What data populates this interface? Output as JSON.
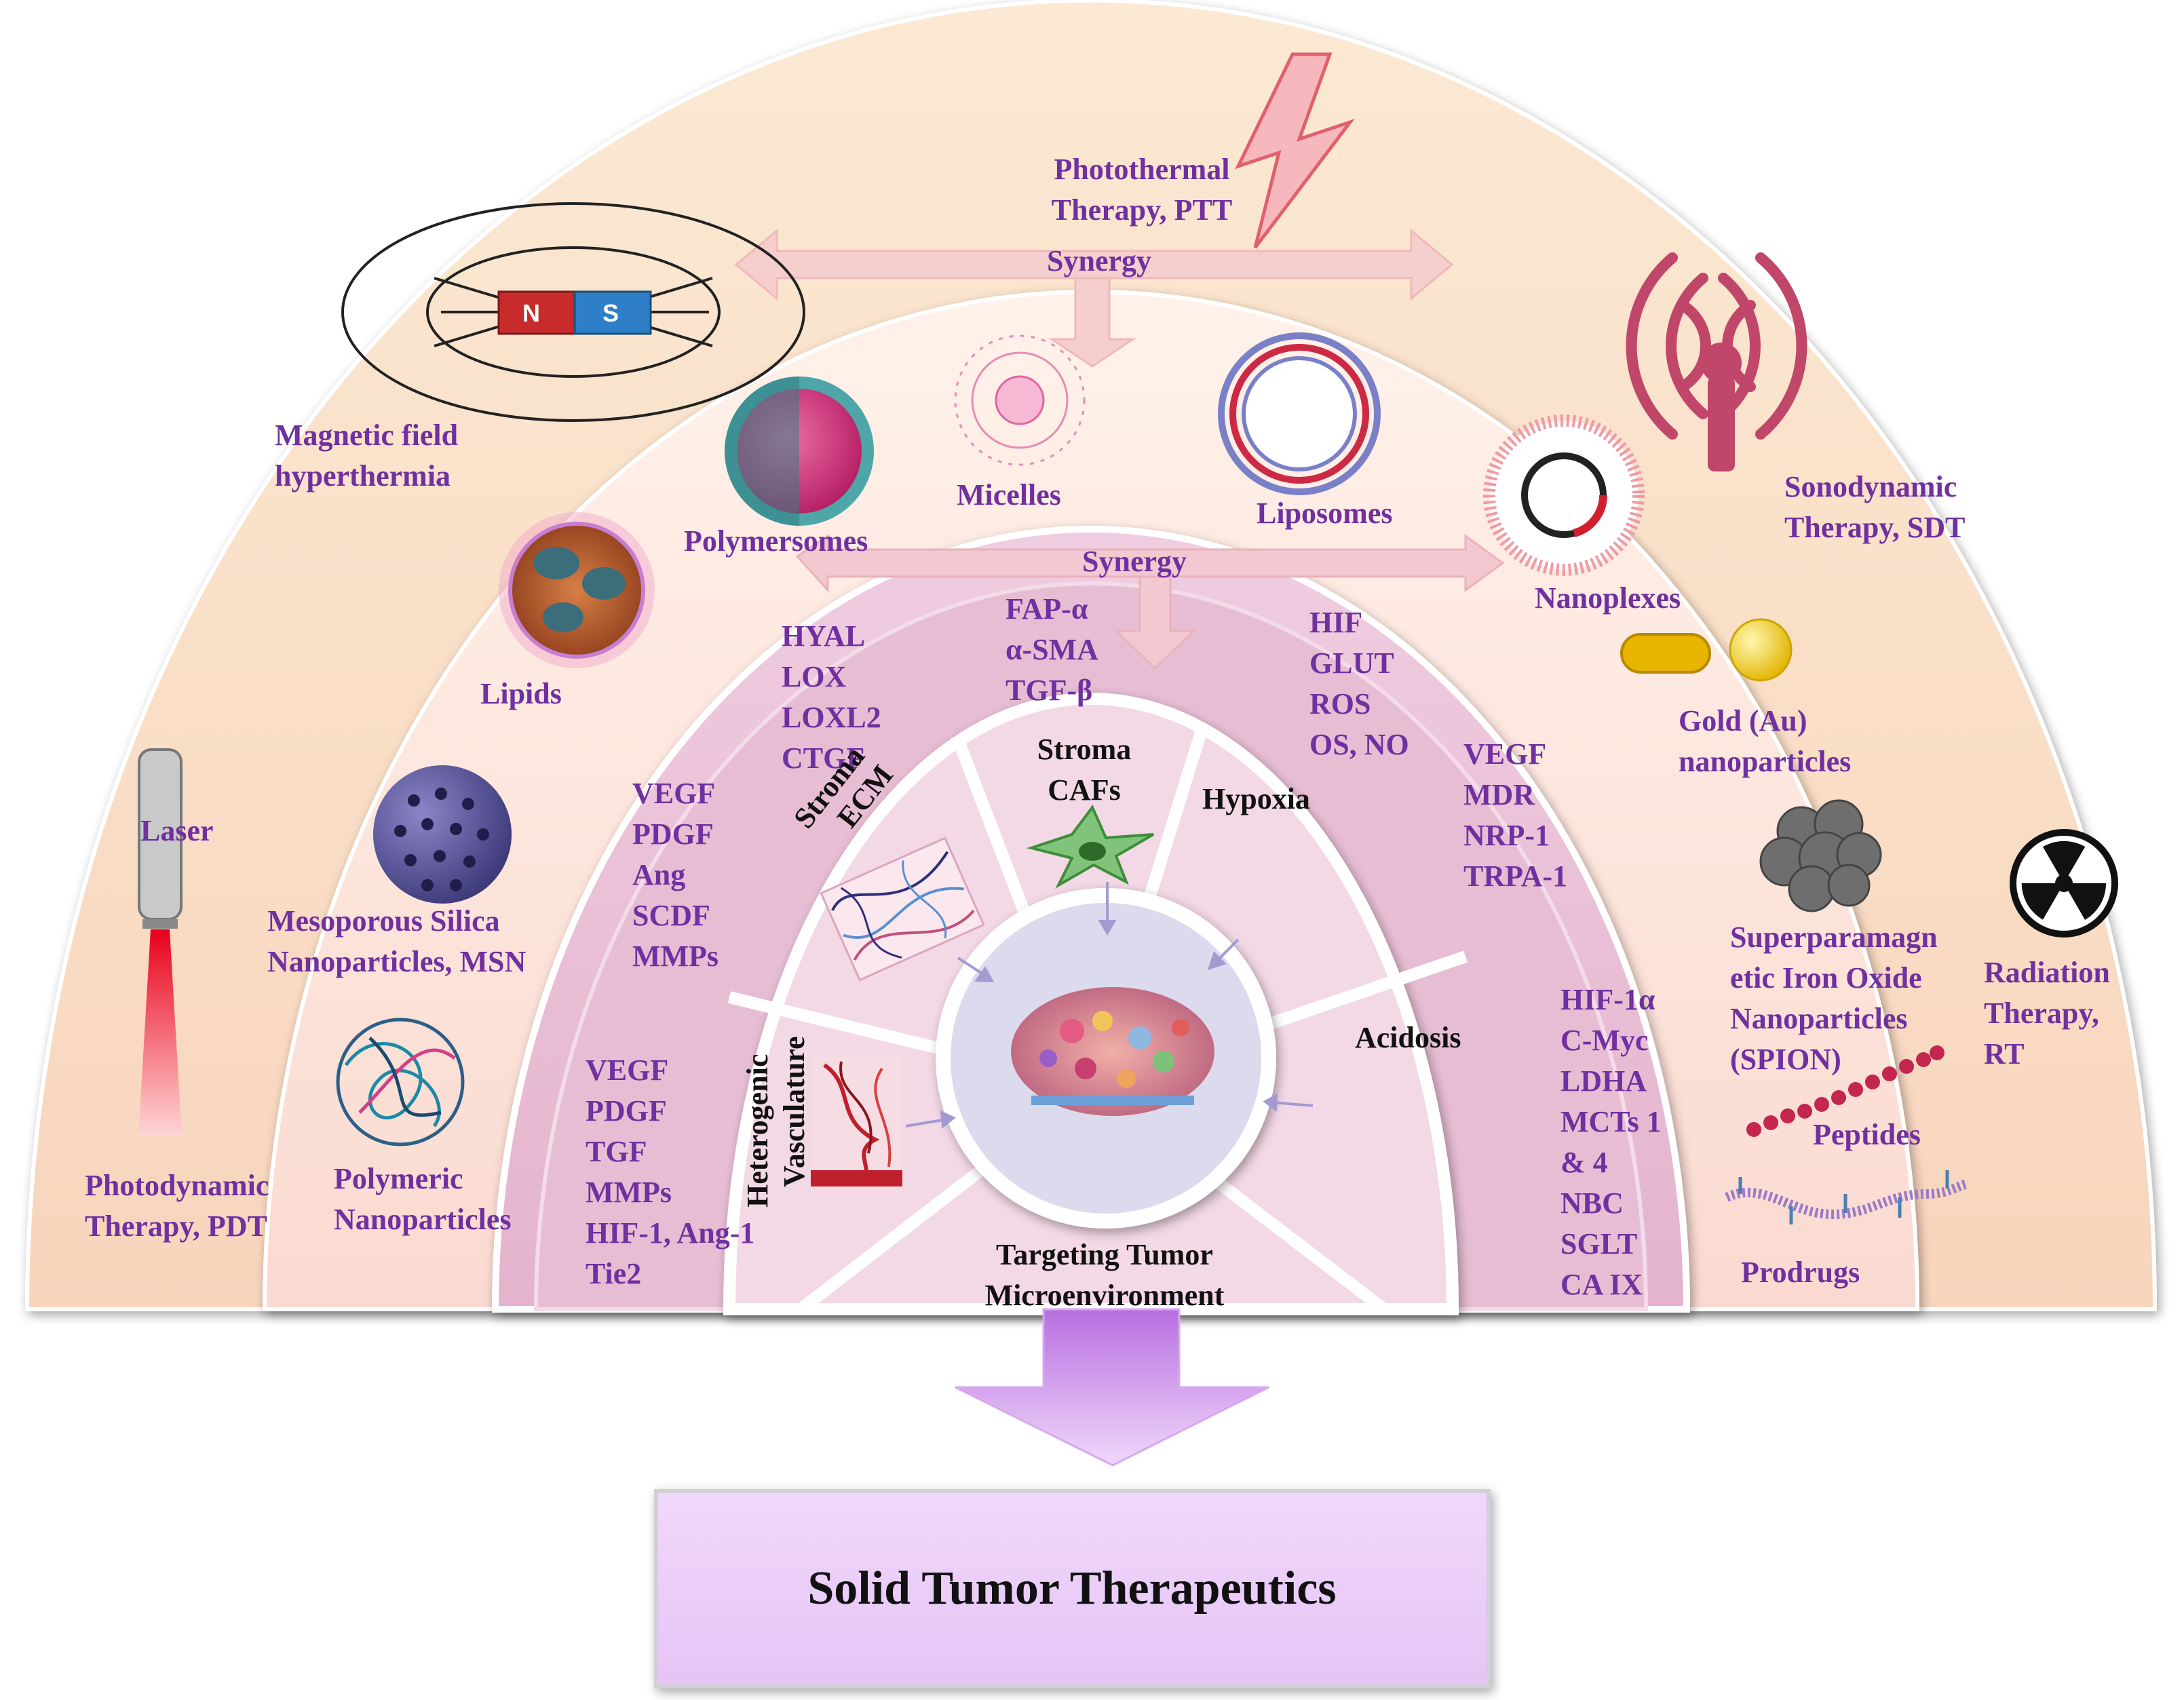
{
  "colors": {
    "outer_band": "#fbe4cc",
    "middle_band": "#fde9e2",
    "inner_band": "#e9c2d6",
    "core_ring": "#f2d6e4",
    "center": "#d8d8ec",
    "label_purple": "#7030a0",
    "bottom_box": "#ecd0f8",
    "arrow_pink": "#f5c9c9",
    "arrow_purple": "#c98ee8"
  },
  "icons": {
    "magnet": "bar-magnet-icon",
    "lightning": "lightning-icon",
    "signal": "ultrasound-signal-icon",
    "laser": "laser-pointer-icon",
    "radiation": "radiation-icon"
  },
  "outer": {
    "ptt": [
      "Photothermal",
      "Therapy, PTT"
    ],
    "synergy": "Synergy",
    "magnetic": [
      "Magnetic field",
      "hyperthermia"
    ],
    "sdt": [
      "Sonodynamic",
      "Therapy, SDT"
    ],
    "laser": "Laser",
    "pdt": [
      "Photodynamic",
      "Therapy, PDT"
    ],
    "rt": [
      "Radiation",
      "Therapy,",
      "RT"
    ],
    "magnet_n": "N",
    "magnet_s": "S"
  },
  "nano": {
    "polymersomes": "Polymersomes",
    "micelles": "Micelles",
    "liposomes": "Liposomes",
    "nanoplexes": "Nanoplexes",
    "lipids": "Lipids",
    "synergy": "Synergy",
    "gold": [
      "Gold (Au)",
      "nanoparticles"
    ],
    "msn": [
      "Mesoporous Silica",
      "Nanoparticles, MSN"
    ],
    "spion": [
      "Superparamagn",
      "etic Iron Oxide",
      "Nanoparticles",
      "(SPION)"
    ],
    "polymeric": [
      "Polymeric",
      "Nanoparticles"
    ],
    "peptides": "Peptides",
    "prodrugs": "Prodrugs"
  },
  "markers": {
    "ecm": [
      "HYAL",
      "LOX",
      "LOXL2",
      "CTGF"
    ],
    "caf": [
      "FAP-α",
      "α-SMA",
      "TGF-β"
    ],
    "hypoxia": [
      "HIF",
      "GLUT",
      "ROS",
      "OS, NO"
    ],
    "stroma_left": [
      "VEGF",
      "PDGF",
      "Ang",
      "SCDF",
      "MMPs"
    ],
    "hypoxia_right": [
      "VEGF",
      "MDR",
      "NRP-1",
      "TRPA-1"
    ],
    "vasculature": [
      "VEGF",
      "PDGF",
      "TGF",
      "MMPs",
      "HIF-1, Ang-1",
      "Tie2"
    ],
    "acidosis": [
      "HIF-1α",
      "C-Myc",
      "LDHA",
      "MCTs 1",
      "& 4",
      "NBC",
      "SGLT",
      "CA IX"
    ]
  },
  "sectors": {
    "stroma_ecm": [
      "Stroma",
      "ECM"
    ],
    "stroma_cafs": [
      "Stroma",
      "CAFs"
    ],
    "hypoxia": "Hypoxia",
    "acidosis": "Acidosis",
    "vasculature": [
      "Heterogenic",
      "Vasculature"
    ]
  },
  "center_title": [
    "Targeting Tumor",
    "Microenvironment"
  ],
  "result": "Solid Tumor Therapeutics"
}
